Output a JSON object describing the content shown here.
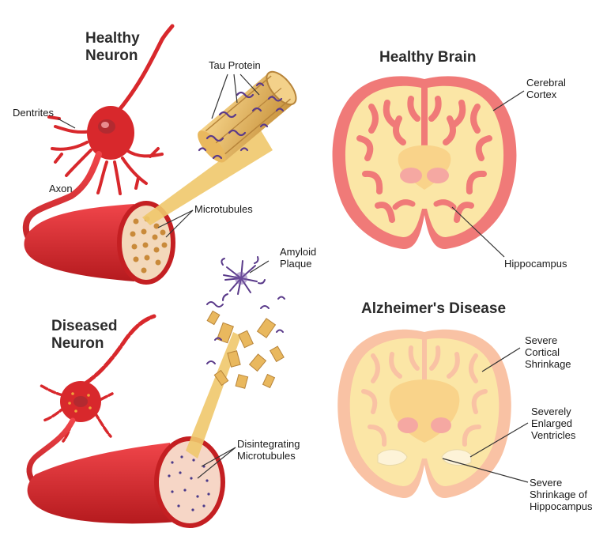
{
  "headings": {
    "healthy_neuron": "Healthy\nNeuron",
    "diseased_neuron": "Diseased\nNeuron",
    "healthy_brain": "Healthy Brain",
    "alzheimers": "Alzheimer's Disease"
  },
  "labels": {
    "dentrites": "Dentrites",
    "axon": "Axon",
    "tau_protein": "Tau Protein",
    "microtubules": "Microtubules",
    "amyloid_plaque": "Amyloid\nPlaque",
    "disintegrating_microtubules": "Disintegrating\nMicrotubules",
    "cerebral_cortex": "Cerebral\nCortex",
    "hippocampus": "Hippocampus",
    "cortical_shrinkage": "Severe\nCortical\nShrinkage",
    "enlarged_ventricles": "Severely\nEnlarged\nVentricles",
    "hippocampus_shrinkage": "Severe\nShrinkage of\nHippocampus"
  },
  "colors": {
    "neuron_red": "#d8282c",
    "neuron_dark": "#a31418",
    "brain_outer": "#f07a78",
    "brain_inner": "#fbe6a6",
    "tau_purple": "#5a3a8a",
    "microtubule_gold": "#e6b45a",
    "label_line": "#333333"
  }
}
